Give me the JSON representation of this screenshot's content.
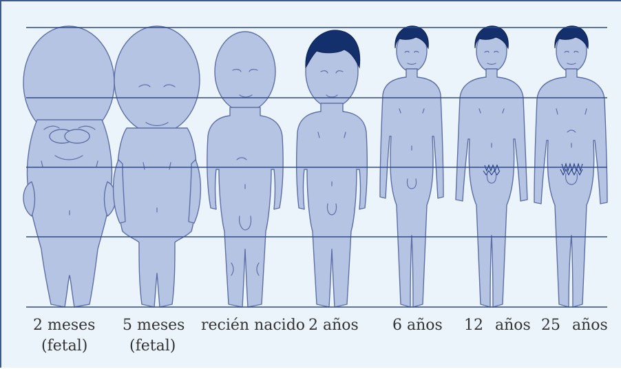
{
  "stages": [
    {
      "label": "2 meses",
      "sublabel": "(fetal)"
    },
    {
      "label": "5 meses",
      "sublabel": "(fetal)"
    },
    {
      "label": "recién nacido",
      "sublabel": ""
    },
    {
      "label": "2 años",
      "sublabel": ""
    },
    {
      "label": "6 años",
      "sublabel": ""
    },
    {
      "label": "12 años",
      "sublabel": ""
    },
    {
      "label": "25 años",
      "sublabel": ""
    }
  ],
  "colors": {
    "background": "#ecf4fb",
    "figure_fill": "#b6c4e3",
    "figure_outline": "#5c6ea7",
    "hair": "#13306d",
    "guide_lines": "#2f4a8a",
    "frame": "#3e5a8c"
  },
  "guide_line_count": 5
}
